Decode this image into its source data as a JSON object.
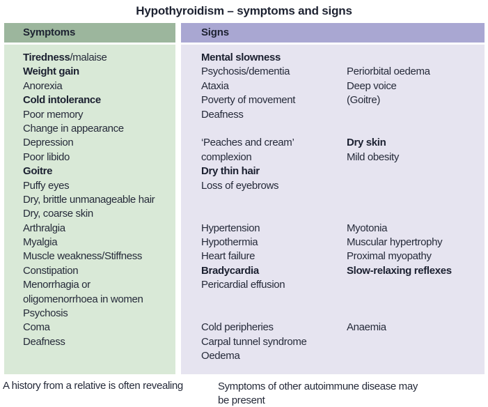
{
  "title": "Hypothyroidism – symptoms and signs",
  "colors": {
    "symptoms_header_bg": "#9cb69d",
    "symptoms_body_bg": "#d9e9d7",
    "signs_header_bg": "#a9a7d2",
    "signs_body_bg": "#e6e4f0"
  },
  "symptoms": {
    "header": "Symptoms",
    "rows": [
      {
        "parts": [
          {
            "text": "Tiredness",
            "bold": true
          },
          {
            "text": "/malaise",
            "bold": false
          }
        ]
      },
      {
        "parts": [
          {
            "text": "Weight gain",
            "bold": true
          }
        ]
      },
      {
        "parts": [
          {
            "text": "Anorexia",
            "bold": false
          }
        ]
      },
      {
        "parts": [
          {
            "text": "Cold intolerance",
            "bold": true
          }
        ]
      },
      {
        "parts": [
          {
            "text": "Poor memory",
            "bold": false
          }
        ]
      },
      {
        "parts": [
          {
            "text": "Change in appearance",
            "bold": false
          }
        ]
      },
      {
        "parts": [
          {
            "text": "Depression",
            "bold": false
          }
        ]
      },
      {
        "parts": [
          {
            "text": "Poor libido",
            "bold": false
          }
        ]
      },
      {
        "parts": [
          {
            "text": "Goitre",
            "bold": true
          }
        ]
      },
      {
        "parts": [
          {
            "text": "Puffy eyes",
            "bold": false
          }
        ]
      },
      {
        "parts": [
          {
            "text": "Dry, brittle unmanageable hair",
            "bold": false
          }
        ]
      },
      {
        "parts": [
          {
            "text": "Dry, coarse skin",
            "bold": false
          }
        ]
      },
      {
        "parts": [
          {
            "text": "Arthralgia",
            "bold": false
          }
        ]
      },
      {
        "parts": [
          {
            "text": "Myalgia",
            "bold": false
          }
        ]
      },
      {
        "parts": [
          {
            "text": "Muscle weakness/Stiffness",
            "bold": false
          }
        ]
      },
      {
        "parts": [
          {
            "text": "Constipation",
            "bold": false
          }
        ]
      },
      {
        "parts": [
          {
            "text": "Menorrhagia or",
            "bold": false
          }
        ]
      },
      {
        "parts": [
          {
            "text": "oligomenorrhoea in women",
            "bold": false
          }
        ]
      },
      {
        "parts": [
          {
            "text": "Psychosis",
            "bold": false
          }
        ]
      },
      {
        "parts": [
          {
            "text": "Coma",
            "bold": false
          }
        ]
      },
      {
        "parts": [
          {
            "text": "Deafness",
            "bold": false
          }
        ]
      }
    ]
  },
  "signs": {
    "header": "Signs",
    "rows": [
      {
        "left": {
          "text": "Mental slowness",
          "bold": true
        },
        "right": {
          "text": "",
          "bold": false
        }
      },
      {
        "left": {
          "text": "Psychosis/dementia",
          "bold": false
        },
        "right": {
          "text": "Periorbital oedema",
          "bold": false
        }
      },
      {
        "left": {
          "text": "Ataxia",
          "bold": false
        },
        "right": {
          "text": "Deep voice",
          "bold": false
        }
      },
      {
        "left": {
          "text": "Poverty of movement",
          "bold": false
        },
        "right": {
          "text": "(Goitre)",
          "bold": false
        }
      },
      {
        "left": {
          "text": "Deafness",
          "bold": false
        },
        "right": {
          "text": "",
          "bold": false
        }
      },
      {
        "left": {
          "text": "",
          "bold": false
        },
        "right": {
          "text": "",
          "bold": false
        }
      },
      {
        "left": {
          "text": "‘Peaches and cream’",
          "bold": false
        },
        "right": {
          "text": "Dry skin",
          "bold": true
        }
      },
      {
        "left": {
          "text": "complexion",
          "bold": false
        },
        "right": {
          "text": "Mild obesity",
          "bold": false
        }
      },
      {
        "left": {
          "text": "Dry thin hair",
          "bold": true
        },
        "right": {
          "text": "",
          "bold": false
        }
      },
      {
        "left": {
          "text": "Loss of eyebrows",
          "bold": false
        },
        "right": {
          "text": "",
          "bold": false
        }
      },
      {
        "left": {
          "text": "",
          "bold": false
        },
        "right": {
          "text": "",
          "bold": false
        }
      },
      {
        "left": {
          "text": "",
          "bold": false
        },
        "right": {
          "text": "",
          "bold": false
        }
      },
      {
        "left": {
          "text": "Hypertension",
          "bold": false
        },
        "right": {
          "text": "Myotonia",
          "bold": false
        }
      },
      {
        "left": {
          "text": "Hypothermia",
          "bold": false
        },
        "right": {
          "text": "Muscular hypertrophy",
          "bold": false
        }
      },
      {
        "left": {
          "text": "Heart failure",
          "bold": false
        },
        "right": {
          "text": "Proximal myopathy",
          "bold": false
        }
      },
      {
        "left": {
          "text": "Bradycardia",
          "bold": true
        },
        "right": {
          "text": "Slow-relaxing reflexes",
          "bold": true
        }
      },
      {
        "left": {
          "text": "Pericardial effusion",
          "bold": false
        },
        "right": {
          "text": "",
          "bold": false
        }
      },
      {
        "left": {
          "text": "",
          "bold": false
        },
        "right": {
          "text": "",
          "bold": false
        }
      },
      {
        "left": {
          "text": "",
          "bold": false
        },
        "right": {
          "text": "",
          "bold": false
        }
      },
      {
        "left": {
          "text": "Cold peripheries",
          "bold": false
        },
        "right": {
          "text": "Anaemia",
          "bold": false
        }
      },
      {
        "left": {
          "text": "Carpal tunnel syndrome",
          "bold": false
        },
        "right": {
          "text": "",
          "bold": false
        }
      },
      {
        "left": {
          "text": "Oedema",
          "bold": false
        },
        "right": {
          "text": "",
          "bold": false
        }
      }
    ]
  },
  "footnotes": {
    "left": "A history from a relative is often revealing",
    "right": "Symptoms of other autoimmune disease may be present"
  }
}
